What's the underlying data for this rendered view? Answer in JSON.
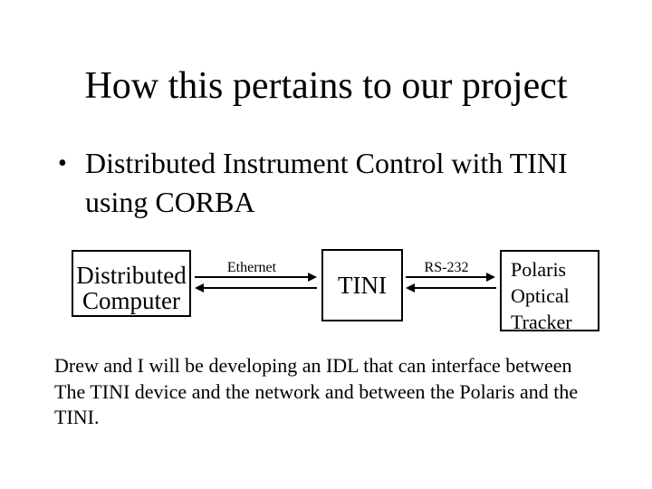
{
  "slide": {
    "background": "#ffffff",
    "text_color": "#000000",
    "title": "How this pertains to our project",
    "bullet": {
      "marker": "•",
      "line1": "Distributed Instrument Control with TINI",
      "line2": "using CORBA"
    },
    "diagram": {
      "box_a": {
        "line1": "Distributed",
        "line2": "Computer"
      },
      "box_b": {
        "label": "TINI"
      },
      "box_c": {
        "line1": "Polaris",
        "line2": "Optical",
        "line3": "Tracker"
      },
      "link_ab_label": "Ethernet",
      "link_bc_label": "RS-232"
    },
    "paragraph": {
      "line1": "Drew and I will be developing an IDL that can interface between",
      "line2": "The TINI device and the network and between the Polaris and the",
      "line3": "TINI."
    }
  }
}
